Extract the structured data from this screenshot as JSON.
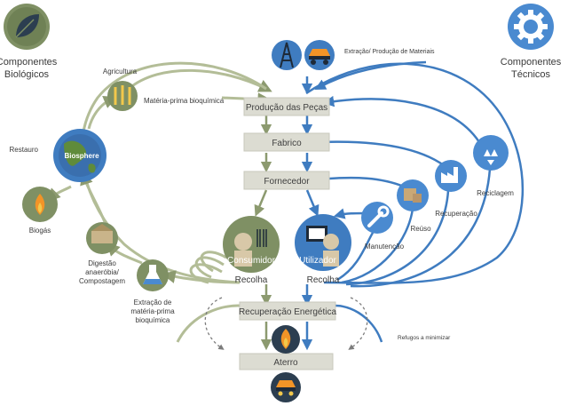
{
  "headings": {
    "biological": [
      "Componentes",
      "Biológicos"
    ],
    "technical": [
      "Componentes",
      "Técnicos"
    ]
  },
  "central_flow": {
    "production": "Produção das Peças",
    "manufacture": "Fabrico",
    "supplier": "Fornecedor",
    "energy_recovery": "Recuperação Energética",
    "landfill": "Aterro"
  },
  "extraction_label": "Extração/ Produção de Materiais",
  "biological_cycle": {
    "agriculture": "Agricultura",
    "biochemical_feedstock": "Matéria-prima bioquímica",
    "restoration": "Restauro",
    "biosphere": "Biosphere",
    "biogas": "Biogás",
    "digestion": [
      "Digestão",
      "anaeróbia/",
      "Compostagem"
    ],
    "extraction_feedstock": [
      "Extração de",
      "matéria-prima",
      "bioquímica"
    ]
  },
  "users": {
    "consumer": "Consumidor",
    "user": "Utilizador",
    "collection_left": "Recolha",
    "collection_right": "Recolha"
  },
  "technical_cycle": {
    "maintenance": "Manutenção",
    "reuse": "Reúso",
    "refurbishment": "Recuperação",
    "recycling": "Reciclagem"
  },
  "waste_note": "Refugos a minimizar",
  "colors": {
    "green": "#7f9064",
    "light_green": "#9aa87c",
    "blue": "#3f7cc0",
    "light_blue": "#4a8ad0",
    "dark_navy": "#2c3e50",
    "box_fill": "#dcdcd2",
    "box_border": "#c8c8bc",
    "orange": "#f29427"
  }
}
